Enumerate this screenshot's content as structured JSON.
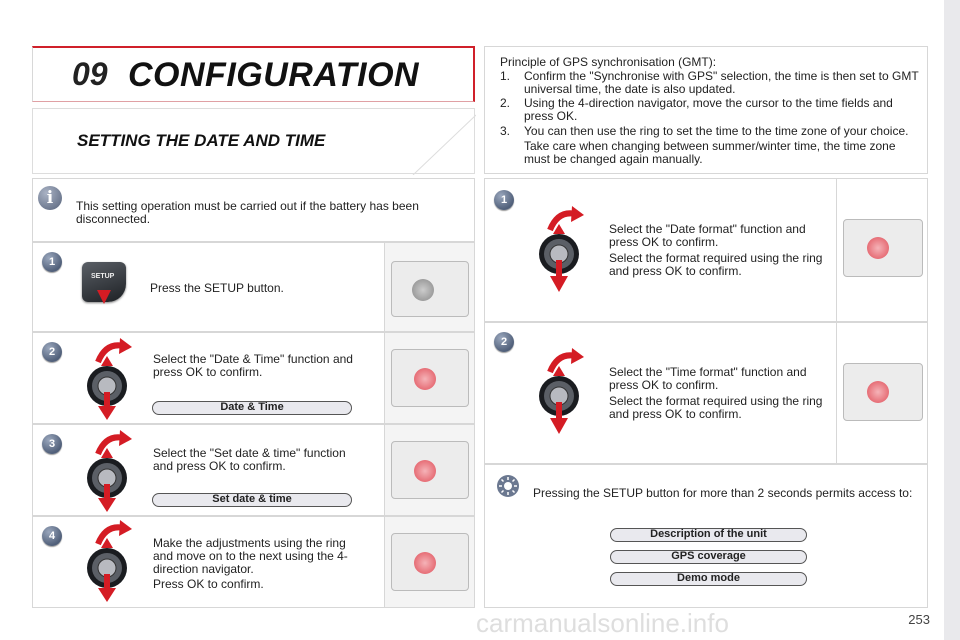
{
  "chapter": {
    "number": "09",
    "title": "CONFIGURATION"
  },
  "section_title": "SETTING THE DATE AND TIME",
  "info_note": "This setting operation must be carried out if the battery has been disconnected.",
  "left_steps": [
    {
      "badge": "1",
      "text": "Press the SETUP button.",
      "button_label": "SETUP"
    },
    {
      "badge": "2",
      "text": "Select the \"Date & Time\" function and press OK to confirm.",
      "pill": "Date & Time"
    },
    {
      "badge": "3",
      "text": "Select the \"Set date & time\" function and press OK to confirm.",
      "pill": "Set date & time"
    },
    {
      "badge": "4",
      "text": "Make the adjustments using the ring and move on to the next using the 4-direction navigator.",
      "text2": "Press OK to confirm."
    }
  ],
  "gps": {
    "heading": "Principle of GPS synchronisation (GMT):",
    "items": [
      {
        "num": "1.",
        "text": "Confirm the \"Synchronise with GPS\" selection, the time is then set to GMT universal time, the date is also updated."
      },
      {
        "num": "2.",
        "text": "Using the 4-direction navigator, move the cursor to the time fields and press OK."
      },
      {
        "num": "3.",
        "text": "You can then use the ring to set the time to the time zone of your choice."
      }
    ],
    "note": "Take care when changing between summer/winter time, the time zone must be changed again manually."
  },
  "right_steps": [
    {
      "badge": "1",
      "text": "Select the \"Date format\" function and press OK to confirm.",
      "text2": "Select the format required using the ring and press OK to confirm."
    },
    {
      "badge": "2",
      "text": "Select the \"Time format\" function and press OK to confirm.",
      "text2": "Select the format required using the ring and press OK to confirm."
    }
  ],
  "tip": {
    "text": "Pressing the SETUP button for more than 2 seconds permits access to:",
    "options": [
      "Description of the unit",
      "GPS coverage",
      "Demo mode"
    ]
  },
  "page_number": "253",
  "watermark": "carmanualsonline.info",
  "colors": {
    "accent_red": "#d0202a",
    "arrow_red": "#d41c24",
    "badge": "#51607a"
  }
}
